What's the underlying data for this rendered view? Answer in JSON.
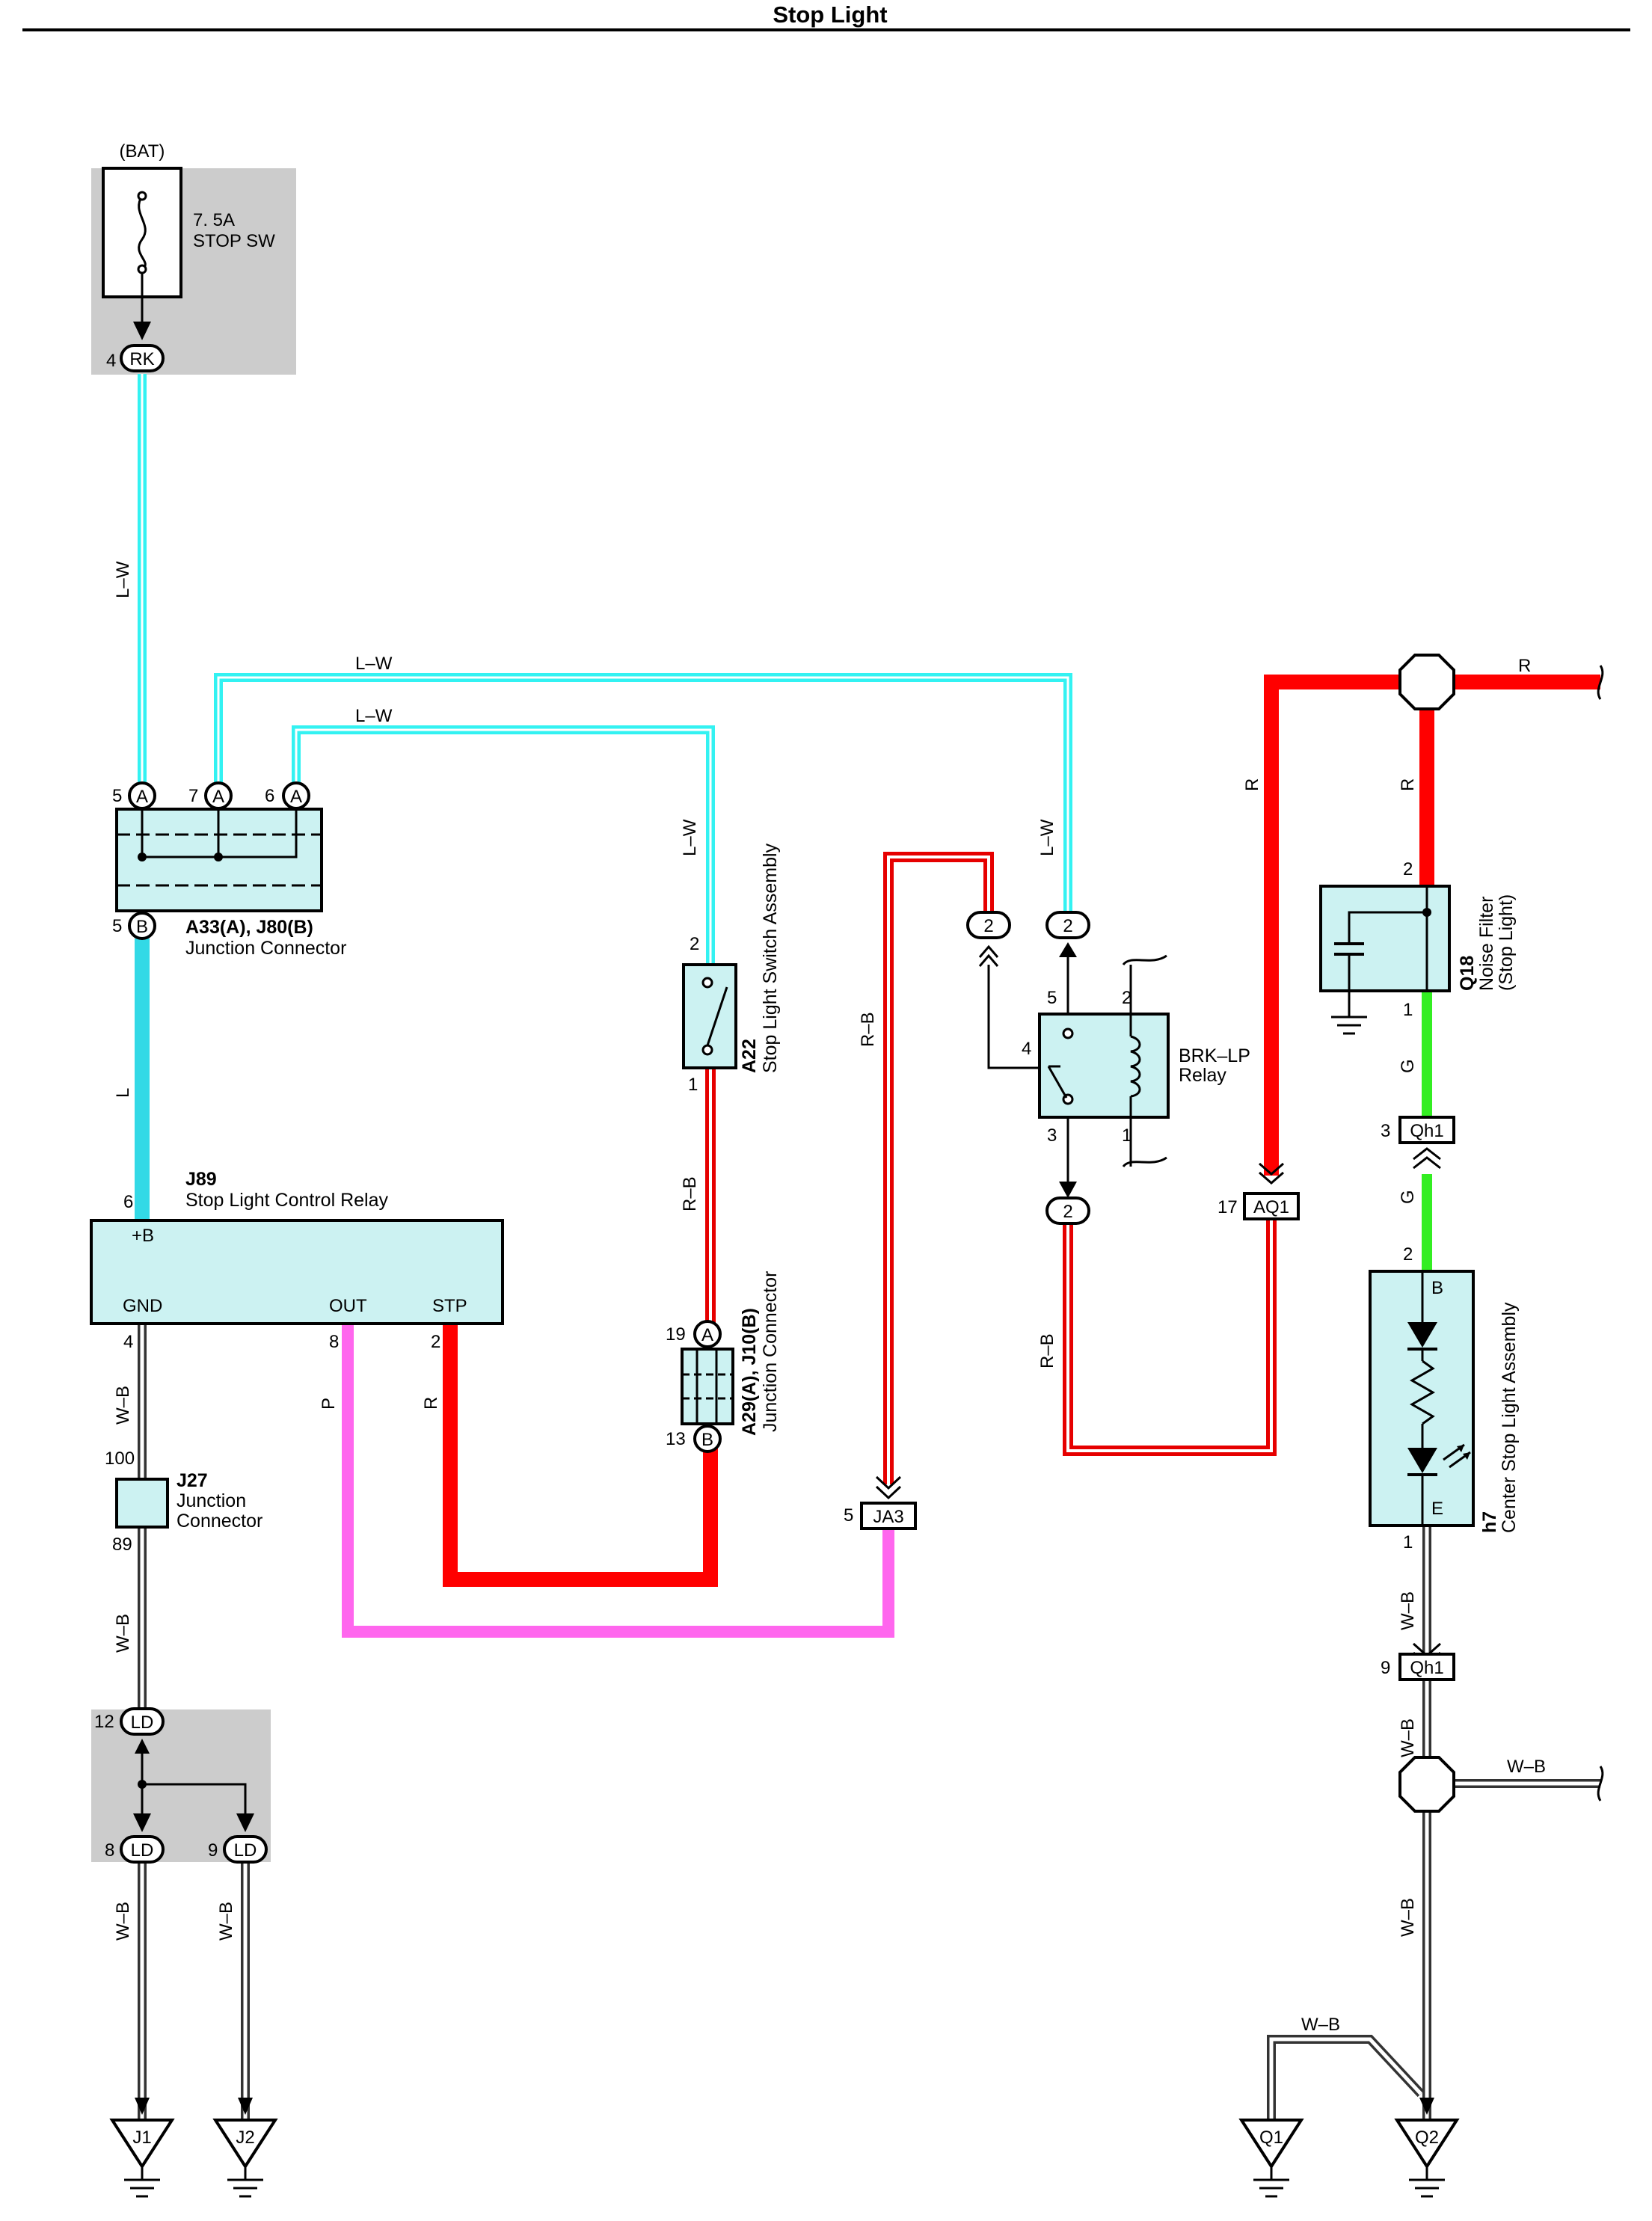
{
  "title": "Stop Light",
  "colors": {
    "lw": "#33f2f2",
    "l": "#33d9e6",
    "r": "#ff0000",
    "rb": "#e60000",
    "p": "#ff66ee",
    "g": "#33ee22",
    "wb": "#444444",
    "box": "#ccf2f2",
    "shade": "#cccccc"
  },
  "fuse": {
    "source": "(BAT)",
    "rating": "7. 5A",
    "name": "STOP SW",
    "pin": "4",
    "conn": "RK"
  },
  "wires": {
    "lw": "L–W",
    "l": "L",
    "r": "R",
    "rb": "R–B",
    "p": "P",
    "g": "G",
    "wb": "W–B"
  },
  "junction_a33": {
    "name": "A33(A), J80(B)",
    "desc": "Junction Connector",
    "pins": [
      "5",
      "7",
      "6",
      "5"
    ],
    "conns": [
      "A",
      "A",
      "A",
      "B"
    ]
  },
  "relay_j89": {
    "code": "J89",
    "desc": "Stop Light Control Relay",
    "plus_b": "+B",
    "gnd": "GND",
    "out": "OUT",
    "stp": "STP",
    "pins": [
      "6",
      "4",
      "8",
      "2"
    ]
  },
  "switch_a22": {
    "code": "A22",
    "desc": "Stop Light Switch Assembly",
    "pins": [
      "2",
      "1"
    ]
  },
  "junction_a29": {
    "code": "A29(A), J10(B)",
    "desc": "Junction Connector",
    "pins": [
      "19",
      "13"
    ],
    "conns": [
      "A",
      "B"
    ]
  },
  "junction_j27": {
    "code": "J27",
    "desc1": "Junction",
    "desc2": "Connector",
    "pins": [
      "100",
      "89"
    ]
  },
  "ld_connector": {
    "conn": "LD",
    "pins": [
      "12",
      "8",
      "9"
    ]
  },
  "grounds": [
    "J1",
    "J2",
    "Q1",
    "Q2"
  ],
  "ja3": {
    "pin": "5",
    "conn": "JA3"
  },
  "brk_relay": {
    "name": "BRK–LP",
    "desc": "Relay",
    "pins": [
      "5",
      "2",
      "4",
      "3",
      "1"
    ],
    "conn_pin": "2"
  },
  "aq1": {
    "pin": "17",
    "conn": "AQ1"
  },
  "noise_filter": {
    "code": "Q18",
    "desc1": "Noise Filter",
    "desc2": "(Stop Light)",
    "pins": [
      "2",
      "1"
    ]
  },
  "qh1": {
    "conn": "Qh1",
    "pins": [
      "3",
      "9"
    ]
  },
  "stop_lamp": {
    "code": "h7",
    "desc": "Center Stop Light Assembly",
    "b": "B",
    "e": "E",
    "pins": [
      "2",
      "1"
    ]
  }
}
